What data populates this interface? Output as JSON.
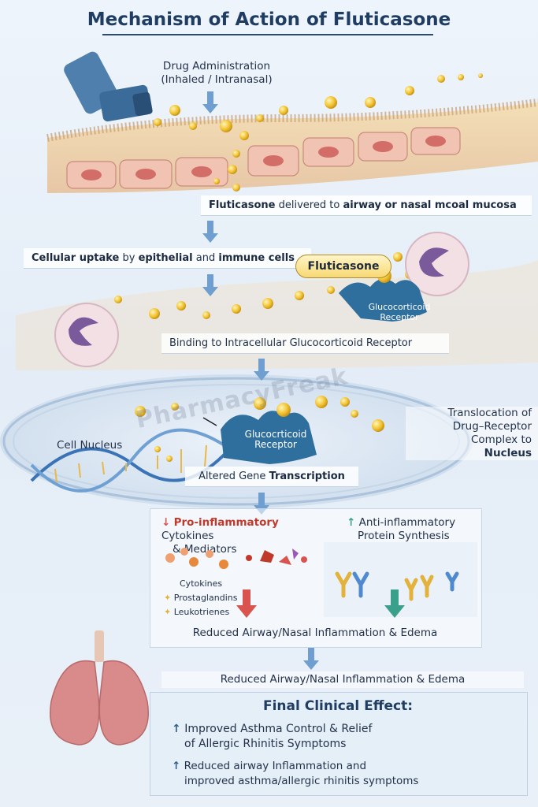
{
  "title": "Mechanism of Action of Fluticasone",
  "steps": {
    "administration_line1": "Drug Administration",
    "administration_line2": "(Inhaled / Intranasal)",
    "delivered_drug": "Fluticasone",
    "delivered_text": "delivered to",
    "delivered_target": "airway or nasal mcoal mucosa",
    "uptake_a": "Cellular uptake",
    "uptake_b": "by",
    "uptake_c": "epithelial",
    "uptake_d": "and",
    "uptake_e": "immune cells",
    "fluticasone_pill": "Fluticasone",
    "receptor_label_1": "Glucocorticoid",
    "receptor_label_2": "Receptor",
    "binding": "Binding to Intracellular Glucocorticoid Receptor",
    "translocation_line1": "Translocation of",
    "translocation_line2": "Drug–Receptor",
    "translocation_line3": "Complex to",
    "translocation_line4": "Nucleus",
    "nucleus_label": "Cell Nucleus",
    "nuclear_receptor_1": "Glucocrticoid",
    "nuclear_receptor_2": "Receptor",
    "altered_a": "Altered Gene",
    "altered_b": "Transcription"
  },
  "watermark": "PharmacyFreak",
  "effects": {
    "down_label_a": "Pro-inflammatory",
    "down_label_b": "Cytokines",
    "down_label_line2": "& Mediators",
    "up_label_line1": "Anti-inflammatory",
    "up_label_line2": "Protein Synthesis",
    "legend_cytokines": "Cytokines",
    "legend_prostaglandins": "Prostaglandins",
    "legend_leukotrienes": "Leukotrienes",
    "panel_result": "Reduced Airway/Nasal Inflammation & Edema"
  },
  "outcome": {
    "reduced": "Reduced Airway/Nasal Inflammation & Edema",
    "final_title": "Final Clinical Effect:",
    "item1_line1": "Improved Asthma Control & Relief",
    "item1_line2": "of Allergic Rhinitis Symptoms",
    "item2_line1": "Reduced airway Inflammation and",
    "item2_line2": "improved asthma/allergic rhinitis symptoms"
  },
  "colors": {
    "flow_arrow": "#6f9fd0",
    "down_arrow": "#d9534f",
    "up_arrow": "#3aa08c",
    "receptor": "#2f6f9e",
    "particle": "#f2c230"
  },
  "icons": [
    "inhaler-icon",
    "receptor-icon",
    "dna-icon",
    "immune-cell-icon",
    "lungs-icon",
    "cytokine-icon",
    "antibody-icon"
  ]
}
